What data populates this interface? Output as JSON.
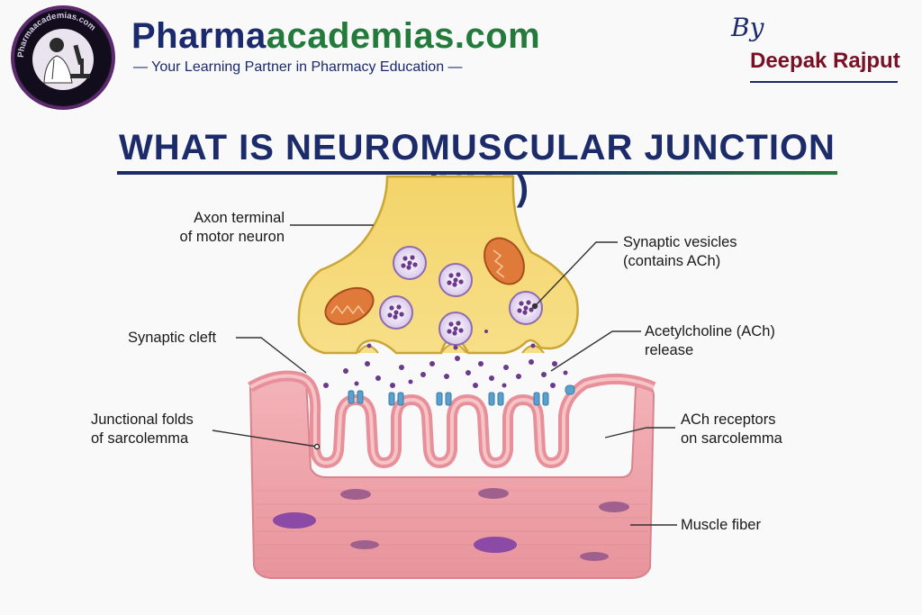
{
  "header": {
    "brand_part1": "Pharma",
    "brand_part2": "academias.com",
    "tagline": "— Your Learning Partner in Pharmacy Education —",
    "by_label": "By",
    "author": "Deepak Rajput",
    "logo_ring_text": "Pharmaacademias.com"
  },
  "title": "WHAT IS NEUROMUSCULAR JUNCTION (NMJ)",
  "labels": {
    "axon_terminal": [
      "Axon terminal",
      "of motor neuron"
    ],
    "synaptic_vesicles": [
      "Synaptic vesicles",
      "(contains ACh)"
    ],
    "synaptic_cleft": "Synaptic cleft",
    "ach_release": [
      "Acetylcholine (ACh)",
      "release"
    ],
    "junctional_folds": [
      "Junctional folds",
      "of sarcolemma"
    ],
    "ach_receptors": [
      "ACh receptors",
      "on sarcolemma"
    ],
    "muscle_fiber": "Muscle fiber"
  },
  "colors": {
    "brand_blue": "#1a2a6c",
    "brand_green": "#237a3a",
    "author_red": "#7a1024",
    "axon_yellow": "#f6da7a",
    "muscle_pink": "#eea1a8",
    "vesicle_purple": "#6b3a8c",
    "receptor_blue": "#5aa0cc"
  },
  "icons": [
    "scientist-with-microscope-logo"
  ]
}
